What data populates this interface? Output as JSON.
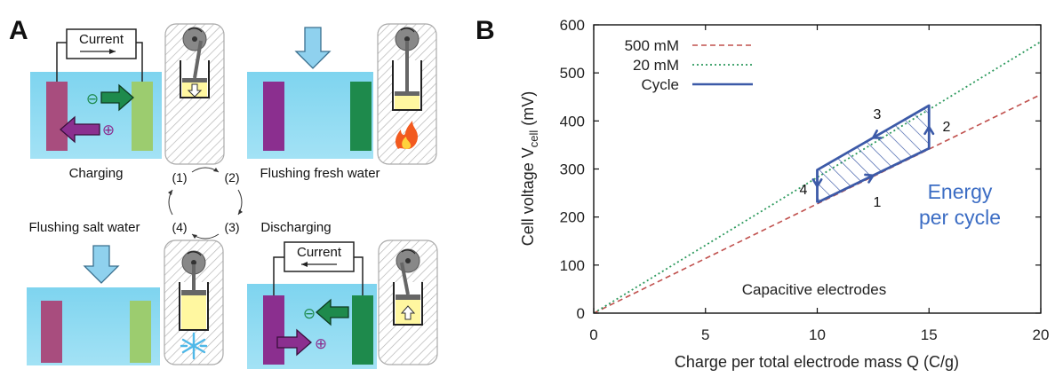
{
  "panel_a": {
    "letter": "A",
    "labels": {
      "charging": "Charging",
      "flushing_fresh": "Flushing fresh water",
      "flushing_salt": "Flushing salt water",
      "discharging": "Discharging",
      "current": "Current"
    },
    "cycle_steps": [
      "(1)",
      "(2)",
      "(3)",
      "(4)"
    ],
    "ion_symbols": {
      "minus": "⊖",
      "plus": "⊕"
    },
    "colors": {
      "water": "#7dd3ee",
      "electrode_purple": "#8b2f8f",
      "electrode_green": "#1e8a4c",
      "electrode_purple_faded": "#a84d7e",
      "electrode_green_faded": "#9ccc6f",
      "arrow_blue": "#8fd1ee",
      "gas_yellow": "#fff7a0",
      "hatch_grey": "#bdbdbd"
    }
  },
  "panel_b": {
    "letter": "B",
    "annotation": "Capacitive electrodes",
    "energy_label_line1": "Energy",
    "energy_label_line2": "per cycle",
    "point_labels": [
      "1",
      "2",
      "3",
      "4"
    ],
    "colors": {
      "series_500": "#c0504d",
      "series_20": "#2e9a5e",
      "cycle": "#3c5aa8",
      "energy_text": "#3c6dc4"
    }
  },
  "chart_data": {
    "type": "line",
    "ylabel_main": "Cell voltage V",
    "ylabel_sub": "cell",
    "ylabel_unit": " (mV)",
    "xlabel": "Charge per total electrode mass Q (C/g)",
    "xlim": [
      0,
      20
    ],
    "ylim": [
      0,
      600
    ],
    "xticks": [
      0,
      5,
      10,
      15,
      20
    ],
    "yticks": [
      0,
      100,
      200,
      300,
      400,
      500,
      600
    ],
    "legend_position": "top-left",
    "series": [
      {
        "name": "500 mM",
        "style": "dashed",
        "x": [
          0,
          20
        ],
        "y": [
          0,
          455
        ]
      },
      {
        "name": "20 mM",
        "style": "dotted",
        "x": [
          0,
          20
        ],
        "y": [
          0,
          565
        ]
      },
      {
        "name": "Cycle",
        "style": "solid",
        "x": [
          10,
          15,
          15,
          10,
          10
        ],
        "y": [
          230,
          343,
          432,
          298,
          230
        ]
      }
    ]
  }
}
